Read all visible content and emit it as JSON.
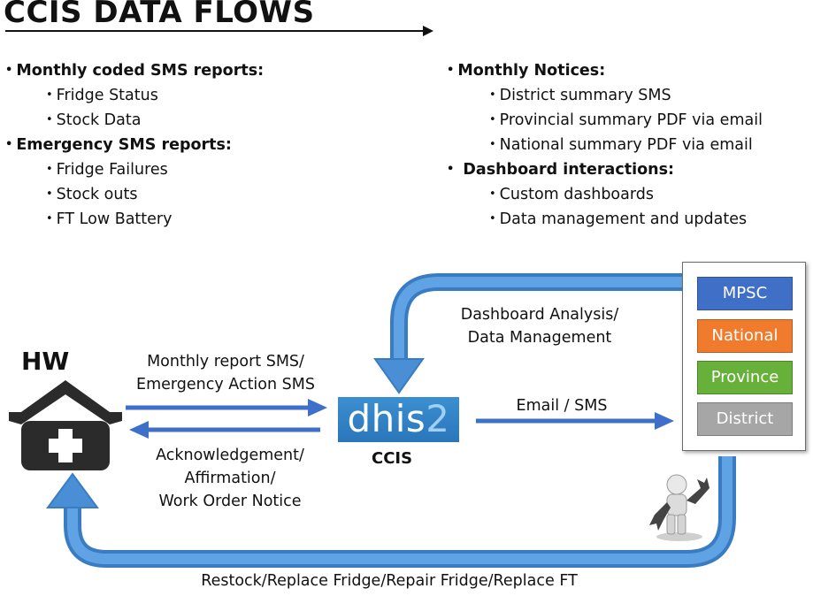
{
  "title": "CCIS DATA FLOWS",
  "left_list": [
    {
      "heading": "Monthly coded SMS reports:",
      "items": [
        "Fridge Status",
        "Stock Data"
      ]
    },
    {
      "heading": "Emergency SMS reports:",
      "items": [
        "Fridge Failures",
        "Stock outs",
        "FT Low Battery"
      ]
    }
  ],
  "right_list": [
    {
      "heading": "Monthly Notices:",
      "items": [
        "District summary SMS",
        "Provincial summary PDF via email",
        "National summary PDF via email"
      ]
    },
    {
      "heading": "Dashboard interactions:",
      "items": [
        "Custom dashboards",
        "Data management and updates"
      ]
    }
  ],
  "nodes": {
    "hw": "HW",
    "dhis_prefix": "dhis",
    "dhis_suffix": "2",
    "ccis": "CCIS"
  },
  "levels": [
    {
      "label": "MPSC",
      "color": "#3f6fc6"
    },
    {
      "label": "National",
      "color": "#f07b2c"
    },
    {
      "label": "Province",
      "color": "#67b03a"
    },
    {
      "label": "District",
      "color": "#a6a6a6"
    }
  ],
  "edges": {
    "to_ccis_line1": "Monthly report SMS/",
    "to_ccis_line2": "Emergency Action SMS",
    "to_hw_line1": "Acknowledgement/",
    "to_hw_line2": "Affirmation/",
    "to_hw_line3": "Work Order Notice",
    "dashboard_line1": "Dashboard Analysis/",
    "dashboard_line2": "Data Management",
    "email_sms": "Email / SMS",
    "restock": "Restock/Replace Fridge/Repair Fridge/Replace FT"
  },
  "colors": {
    "arrow_blue": "#4a8fd6",
    "arrow_blue_dark": "#3a7cc4",
    "line_blue": "#3e6fc9"
  },
  "icons": [
    "home-medical-icon",
    "mechanic-icon"
  ]
}
